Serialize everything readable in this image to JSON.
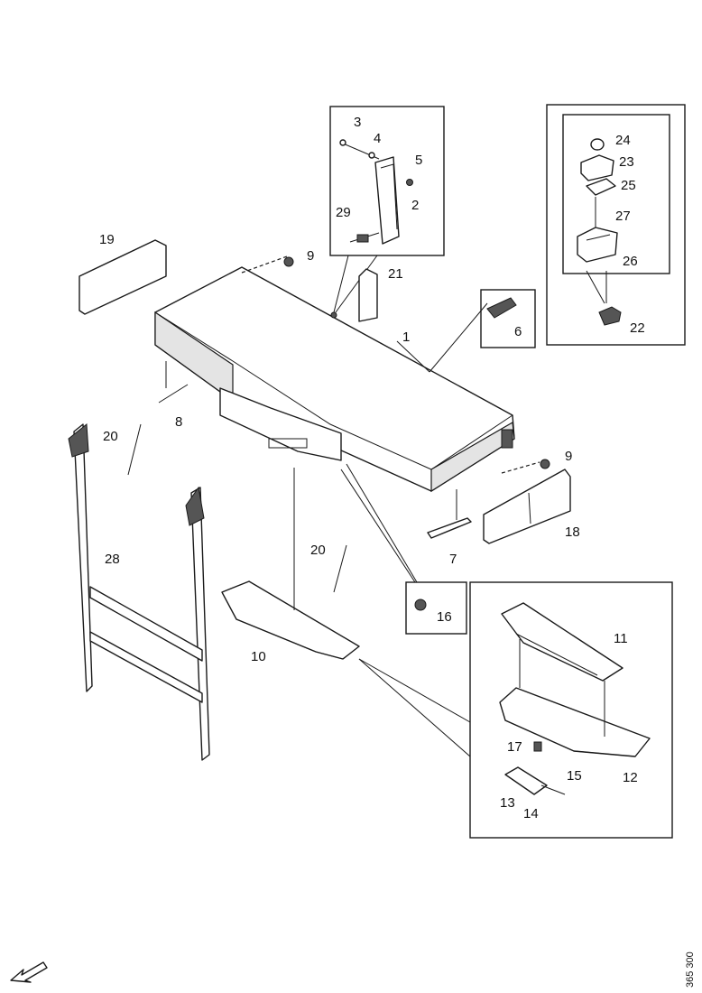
{
  "diagram": {
    "drawing_code": "365 300",
    "part_labels": [
      "1",
      "2",
      "3",
      "4",
      "5",
      "6",
      "7",
      "8",
      "9",
      "9",
      "10",
      "11",
      "12",
      "13",
      "14",
      "15",
      "16",
      "17",
      "18",
      "19",
      "20",
      "20",
      "21",
      "22",
      "23",
      "24",
      "25",
      "26",
      "27",
      "28",
      "29"
    ],
    "colors": {
      "line": "#1a1a1a",
      "shade": "#e4e4e4",
      "background": "#ffffff"
    },
    "icons": {
      "direction_arrow": "arrow-down-left-icon"
    }
  }
}
